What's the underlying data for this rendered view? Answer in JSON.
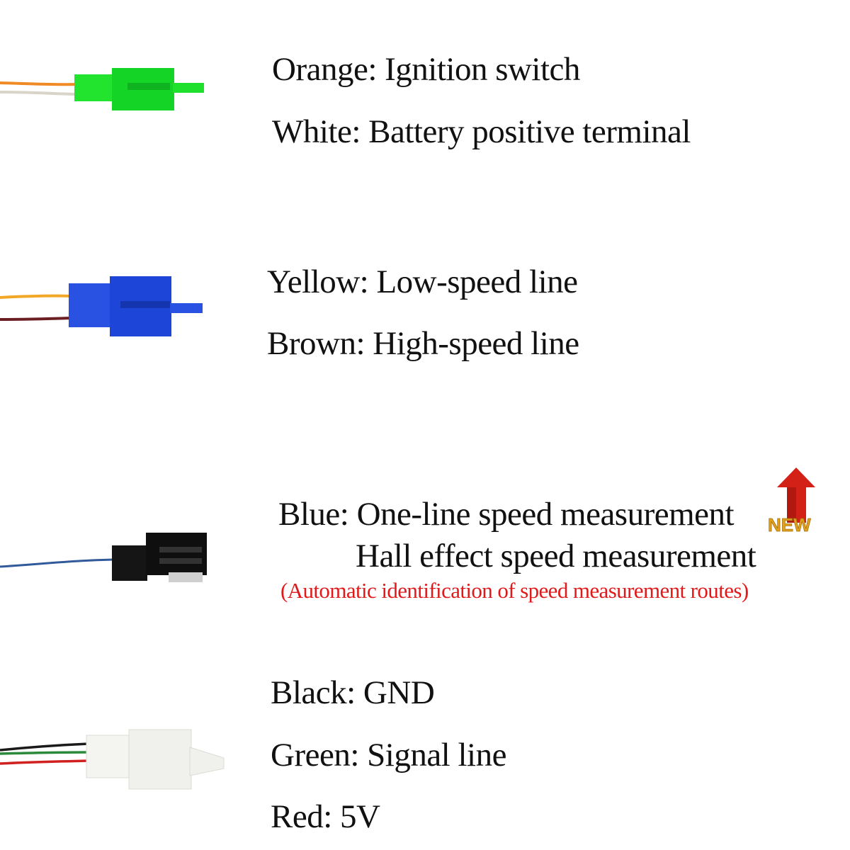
{
  "colors": {
    "text": "#111111",
    "note_red": "#e01a1a",
    "connector_green": "#18e02a",
    "connector_blue": "#1f49dc",
    "connector_black": "#121212",
    "connector_white": "#f2f2ee",
    "new_badge_gold": "#e0a020",
    "new_arrow_red": "#d32118"
  },
  "sections": [
    {
      "connector": "green-2pin-connector",
      "lines": [
        "Orange: Ignition switch",
        "White: Battery positive terminal"
      ]
    },
    {
      "connector": "blue-2pin-connector",
      "lines": [
        "Yellow: Low-speed line",
        "Brown: High-speed line"
      ]
    },
    {
      "connector": "black-1pin-connector",
      "lines": [
        "Blue: One-line speed measurement",
        "Hall effect speed measurement"
      ],
      "note": "(Automatic identification of speed measurement routes)"
    },
    {
      "connector": "white-3pin-connector",
      "lines": [
        "Black: GND",
        "Green: Signal line",
        "Red: 5V"
      ]
    }
  ]
}
